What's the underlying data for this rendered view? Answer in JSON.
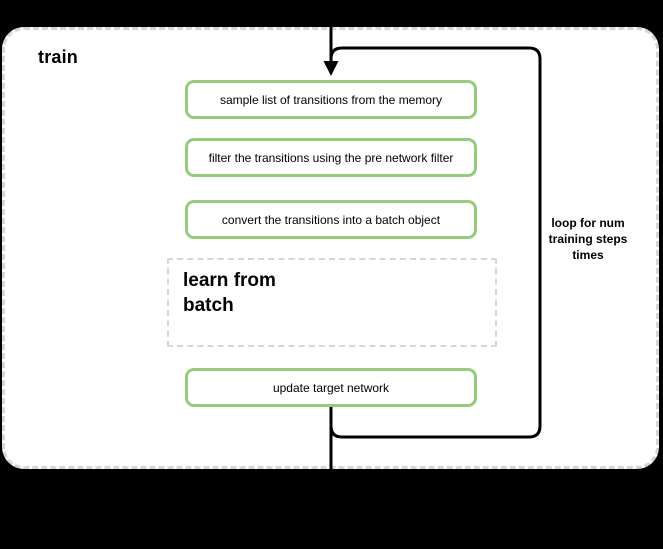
{
  "colors": {
    "background": "#000000",
    "panel_fill": "#ffffff",
    "step_border_green": "#97ca7b",
    "dashed_border_gray": "#d6d6d6",
    "connector_black": "#000000"
  },
  "diagram": {
    "title": "train",
    "steps": [
      {
        "label": "sample list of transitions from the memory"
      },
      {
        "label": "filter the transitions using the pre network filter"
      },
      {
        "label": "convert the transitions into a batch object"
      }
    ],
    "learn_box": {
      "label": "learn from batch"
    },
    "update_box": {
      "label": "update target network"
    },
    "loop_label": "loop for num training steps times"
  }
}
